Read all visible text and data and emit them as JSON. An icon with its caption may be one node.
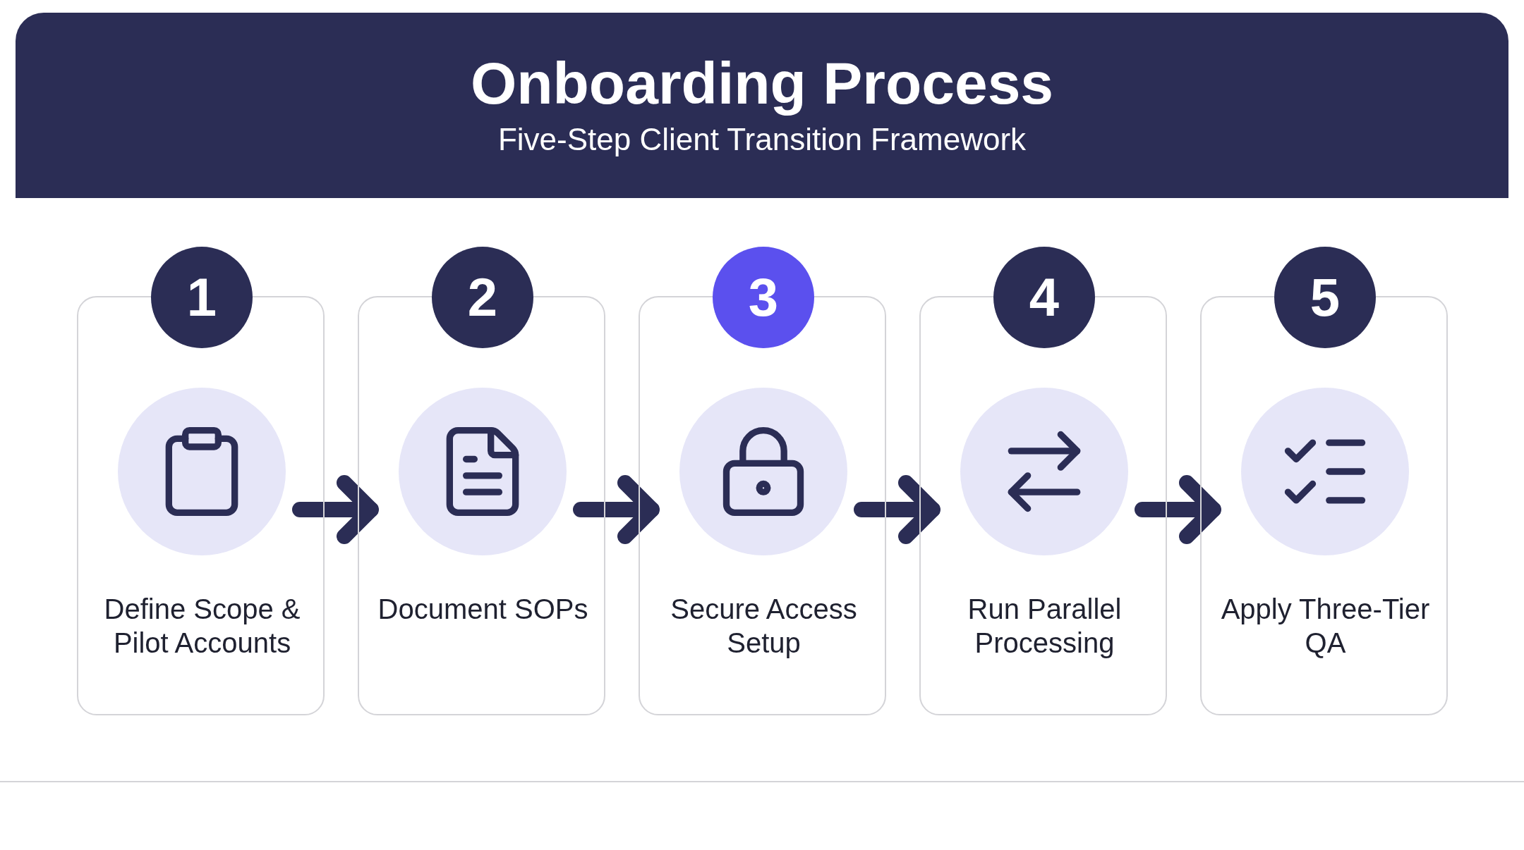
{
  "diagram": {
    "title": "Onboarding Process",
    "caption": "Five-Step Client Transition Framework",
    "nodes": [
      {
        "text": [
          "1",
          "Define Scope & Pilot Accounts"
        ]
      },
      {
        "text": [
          "2",
          "Document SOPs"
        ]
      },
      {
        "text": [
          "3",
          "Secure Access Setup"
        ]
      },
      {
        "text": [
          "4",
          "Run Parallel Processing"
        ]
      },
      {
        "text": [
          "5",
          "Apply Three-Tier QA"
        ]
      }
    ],
    "edges": [
      {
        "from": 0,
        "to": 1,
        "arrow": "to"
      },
      {
        "from": 1,
        "to": 2,
        "arrow": "to"
      },
      {
        "from": 2,
        "to": 3,
        "arrow": "to"
      },
      {
        "from": 3,
        "to": 4,
        "arrow": "to"
      }
    ]
  }
}
